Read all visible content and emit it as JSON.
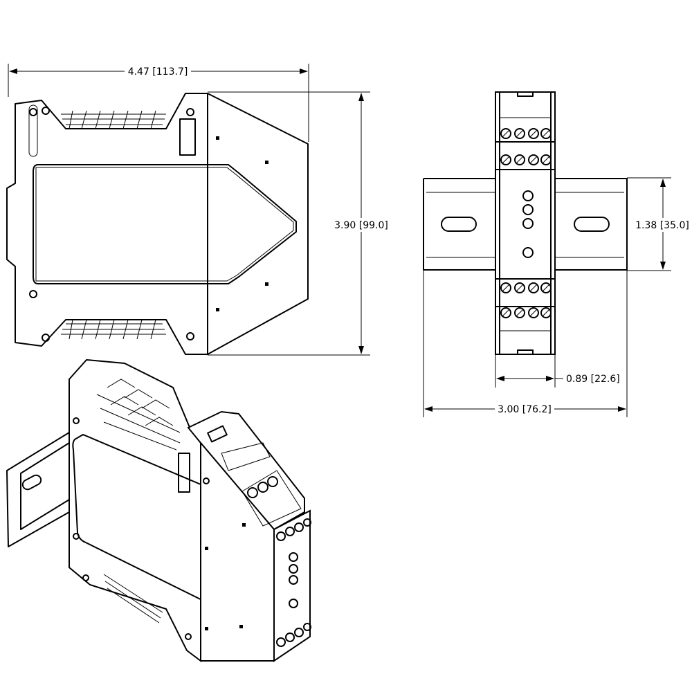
{
  "dimensions": {
    "side_width": "4.47 [113.7]",
    "side_height": "3.90 [99.0]",
    "rail_height": "1.38 [35.0]",
    "module_width": "0.89 [22.6]",
    "rail_length": "3.00 [76.2]"
  },
  "front_view": {
    "terminal_rows": 4,
    "screws_per_row": 4,
    "leds": 4
  }
}
